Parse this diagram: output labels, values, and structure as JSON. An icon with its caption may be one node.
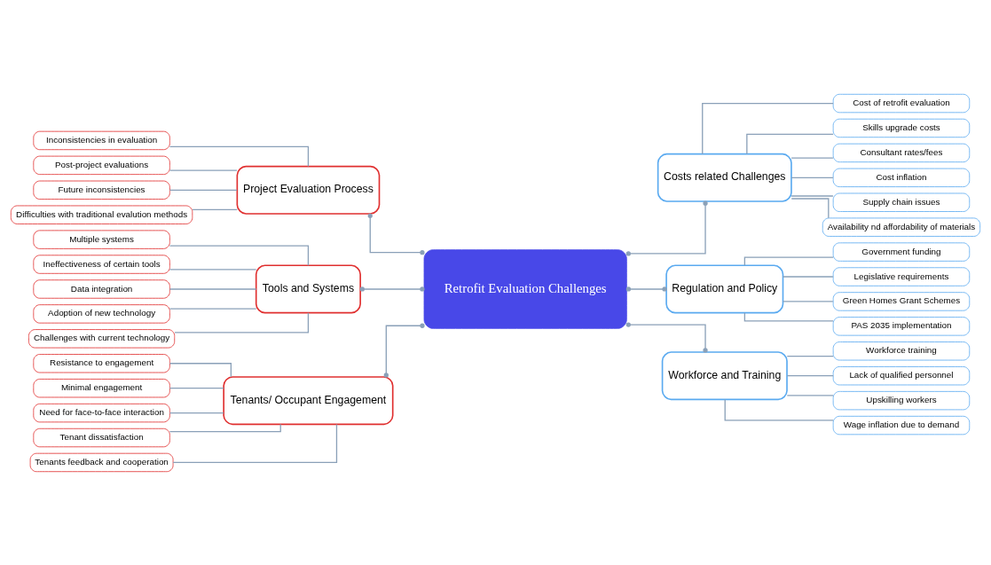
{
  "diagram": {
    "nodes": [
      {
        "text": [
          "Retrofit Evaluation Challenges"
        ]
      },
      {
        "text": [
          "Project Evaluation Process"
        ]
      },
      {
        "text": [
          "Inconsistencies in evaluation"
        ]
      },
      {
        "text": [
          "Post-project evaluations"
        ]
      },
      {
        "text": [
          "Future inconsistencies"
        ]
      },
      {
        "text": [
          "Difficulties with traditional evalution methods"
        ]
      },
      {
        "text": [
          "Tools and Systems"
        ]
      },
      {
        "text": [
          "Multiple systems"
        ]
      },
      {
        "text": [
          "Ineffectiveness of certain tools"
        ]
      },
      {
        "text": [
          "Data integration"
        ]
      },
      {
        "text": [
          "Adoption of new technology"
        ]
      },
      {
        "text": [
          "Challenges with current technology"
        ]
      },
      {
        "text": [
          "Tenants/ Occupant Engagement"
        ]
      },
      {
        "text": [
          "Resistance to engagement"
        ]
      },
      {
        "text": [
          "Minimal engagement"
        ]
      },
      {
        "text": [
          "Need for face-to-face interaction"
        ]
      },
      {
        "text": [
          "Tenant dissatisfaction"
        ]
      },
      {
        "text": [
          "Tenants feedback and cooperation"
        ]
      },
      {
        "text": [
          "Costs related Challenges"
        ]
      },
      {
        "text": [
          "Cost of retrofit evaluation"
        ]
      },
      {
        "text": [
          "Skills upgrade costs"
        ]
      },
      {
        "text": [
          "Consultant rates/fees"
        ]
      },
      {
        "text": [
          "Cost inflation"
        ]
      },
      {
        "text": [
          "Supply chain issues"
        ]
      },
      {
        "text": [
          "Availability nd affordability of materials"
        ]
      },
      {
        "text": [
          "Regulation and Policy"
        ]
      },
      {
        "text": [
          "Government funding"
        ]
      },
      {
        "text": [
          "Legislative requirements"
        ]
      },
      {
        "text": [
          "Green Homes Grant Schemes"
        ]
      },
      {
        "text": [
          "PAS 2035 implementation"
        ]
      },
      {
        "text": [
          "Workforce and Training"
        ]
      },
      {
        "text": [
          "Workforce training"
        ]
      },
      {
        "text": [
          "Lack of qualified personnel"
        ]
      },
      {
        "text": [
          "Upskilling workers"
        ]
      },
      {
        "text": [
          "Wage inflation due to demand"
        ]
      }
    ],
    "edges": [
      {
        "from": 2,
        "to": 1,
        "arrow": "none"
      },
      {
        "from": 3,
        "to": 1,
        "arrow": "none"
      },
      {
        "from": 4,
        "to": 1,
        "arrow": "none"
      },
      {
        "from": 5,
        "to": 1,
        "arrow": "none"
      },
      {
        "from": 7,
        "to": 6,
        "arrow": "none"
      },
      {
        "from": 8,
        "to": 6,
        "arrow": "none"
      },
      {
        "from": 9,
        "to": 6,
        "arrow": "none"
      },
      {
        "from": 10,
        "to": 6,
        "arrow": "none"
      },
      {
        "from": 11,
        "to": 6,
        "arrow": "none"
      },
      {
        "from": 13,
        "to": 12,
        "arrow": "none"
      },
      {
        "from": 14,
        "to": 12,
        "arrow": "none"
      },
      {
        "from": 15,
        "to": 12,
        "arrow": "none"
      },
      {
        "from": 16,
        "to": 12,
        "arrow": "none"
      },
      {
        "from": 17,
        "to": 12,
        "arrow": "none"
      },
      {
        "from": 1,
        "to": 0,
        "arrow": "other"
      },
      {
        "from": 6,
        "to": 0,
        "arrow": "other"
      },
      {
        "from": 12,
        "to": 0,
        "arrow": "other"
      },
      {
        "from": 0,
        "to": 18,
        "arrow": "other"
      },
      {
        "from": 0,
        "to": 25,
        "arrow": "other"
      },
      {
        "from": 0,
        "to": 30,
        "arrow": "other"
      },
      {
        "from": 18,
        "to": 19,
        "arrow": "none"
      },
      {
        "from": 18,
        "to": 20,
        "arrow": "none"
      },
      {
        "from": 18,
        "to": 21,
        "arrow": "none"
      },
      {
        "from": 18,
        "to": 22,
        "arrow": "none"
      },
      {
        "from": 18,
        "to": 23,
        "arrow": "none"
      },
      {
        "from": 18,
        "to": 24,
        "arrow": "none"
      },
      {
        "from": 25,
        "to": 26,
        "arrow": "none"
      },
      {
        "from": 25,
        "to": 27,
        "arrow": "none"
      },
      {
        "from": 25,
        "to": 28,
        "arrow": "none"
      },
      {
        "from": 25,
        "to": 29,
        "arrow": "none"
      },
      {
        "from": 30,
        "to": 31,
        "arrow": "none"
      },
      {
        "from": 30,
        "to": 32,
        "arrow": "none"
      },
      {
        "from": 30,
        "to": 33,
        "arrow": "none"
      },
      {
        "from": 30,
        "to": 34,
        "arrow": "none"
      }
    ]
  }
}
